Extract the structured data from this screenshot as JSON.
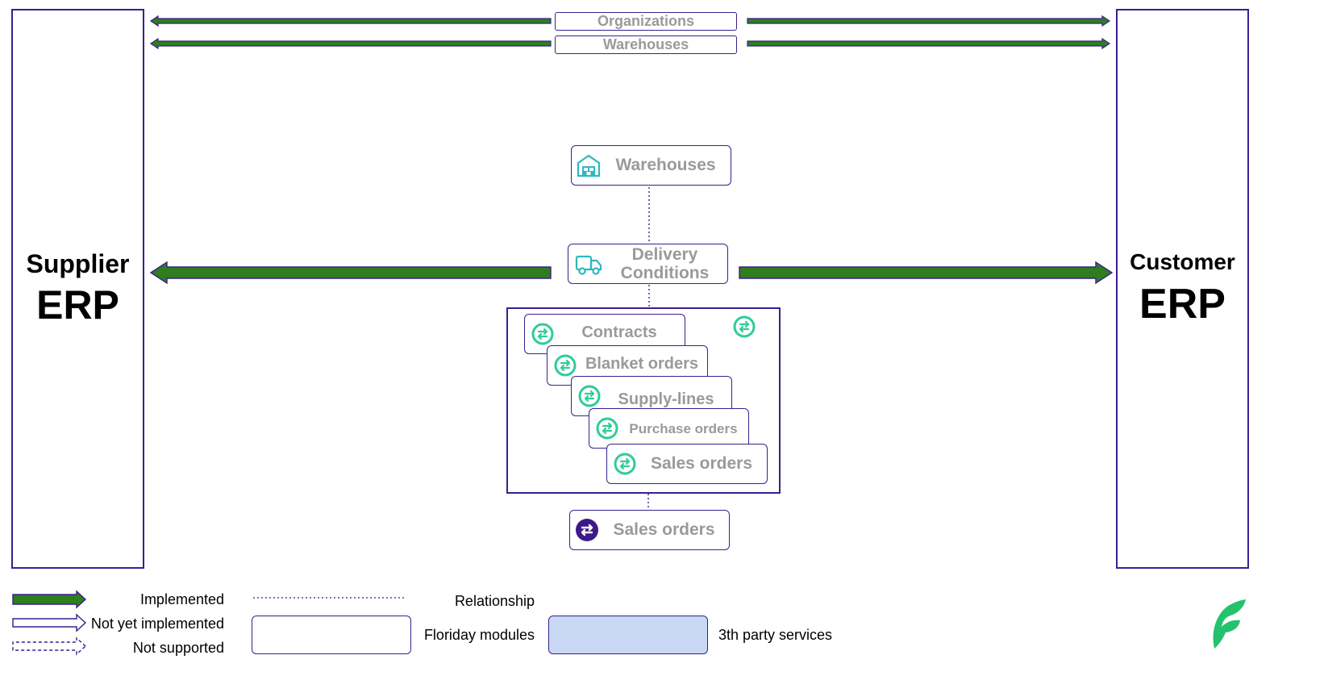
{
  "supplier": {
    "line1": "Supplier",
    "line2": "ERP"
  },
  "customer": {
    "line1": "Customer",
    "line2": "ERP"
  },
  "top_modules": {
    "organizations": "Organizations",
    "warehouses": "Warehouses"
  },
  "modules": {
    "warehouses": "Warehouses",
    "delivery_line1": "Delivery",
    "delivery_line2": "Conditions",
    "sales_orders": "Sales orders"
  },
  "stack": {
    "contracts": "Contracts",
    "blanket_orders": "Blanket orders",
    "supply_lines": "Supply-lines",
    "purchase_orders": "Purchase orders",
    "sales_orders": "Sales orders"
  },
  "legend": {
    "implemented": "Implemented",
    "not_yet_implemented": "Not yet implemented",
    "not_supported": "Not supported",
    "relationship": "Relationship",
    "floriday_modules": "Floriday modules",
    "third_party": "3th party services"
  },
  "colors": {
    "implemented_arrow": "#2e7d1e",
    "border": "#3b1f8f",
    "sync_icon": "#2ecc9a",
    "sync_icon_dark": "#3d1a8a",
    "third_party_fill": "#c9d8f5",
    "logo": "#25c26e",
    "module_text": "#9a9a9a"
  },
  "icons": {
    "warehouse": "warehouse-icon",
    "delivery": "truck-icon",
    "sync": "sync-icon",
    "logo": "floriday-logo"
  }
}
